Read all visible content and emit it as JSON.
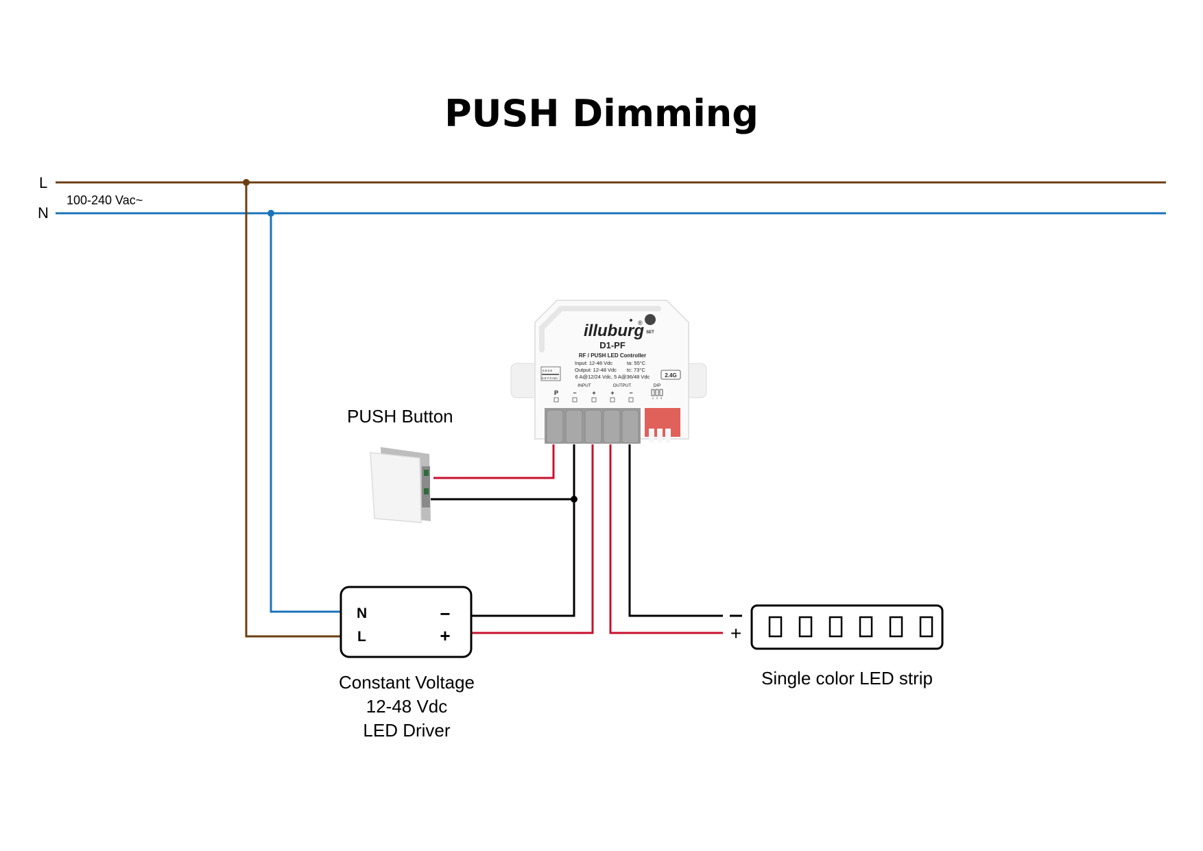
{
  "title": "PUSH Dimming",
  "mains": {
    "line_label": "L",
    "neutral_label": "N",
    "voltage_label": "100-240 Vac~"
  },
  "colors": {
    "live": "#6b3d10",
    "neutral": "#1a73ba",
    "positive": "#c8102e",
    "negative": "#000000"
  },
  "push_button": {
    "label": "PUSH Button"
  },
  "controller": {
    "brand": "illuburg",
    "registered": "®",
    "model": "D1-PF",
    "subtitle": "RF / PUSH LED Controller",
    "spec_input": "Input: 12-48 Vdc",
    "spec_ta": "ta: 55°C",
    "spec_output": "Output: 12-48 Vdc",
    "spec_tc": "tc: 73°C",
    "spec_current": "6 A@12/24 Vdc, 5 A@36/48 Vdc",
    "set_label": "SET",
    "rf_badge": "2.4G",
    "wire_strip_top": "0.5-2.5",
    "wire_strip_bottom": "6.0-7.0 mm",
    "group_input": "INPUT",
    "group_output": "OUTPUT",
    "group_dip": "DIP",
    "terminals": [
      "P",
      "−",
      "+",
      "+",
      "−"
    ],
    "dip_numbers": [
      "1",
      "2",
      "3"
    ]
  },
  "driver": {
    "n_label": "N",
    "l_label": "L",
    "minus_label": "−",
    "plus_label": "+",
    "caption_line1": "Constant Voltage",
    "caption_line2": "12-48 Vdc",
    "caption_line3": "LED Driver"
  },
  "led_strip": {
    "minus_label": "−",
    "plus_label": "+",
    "led_count": 6,
    "caption": "Single color LED strip"
  }
}
